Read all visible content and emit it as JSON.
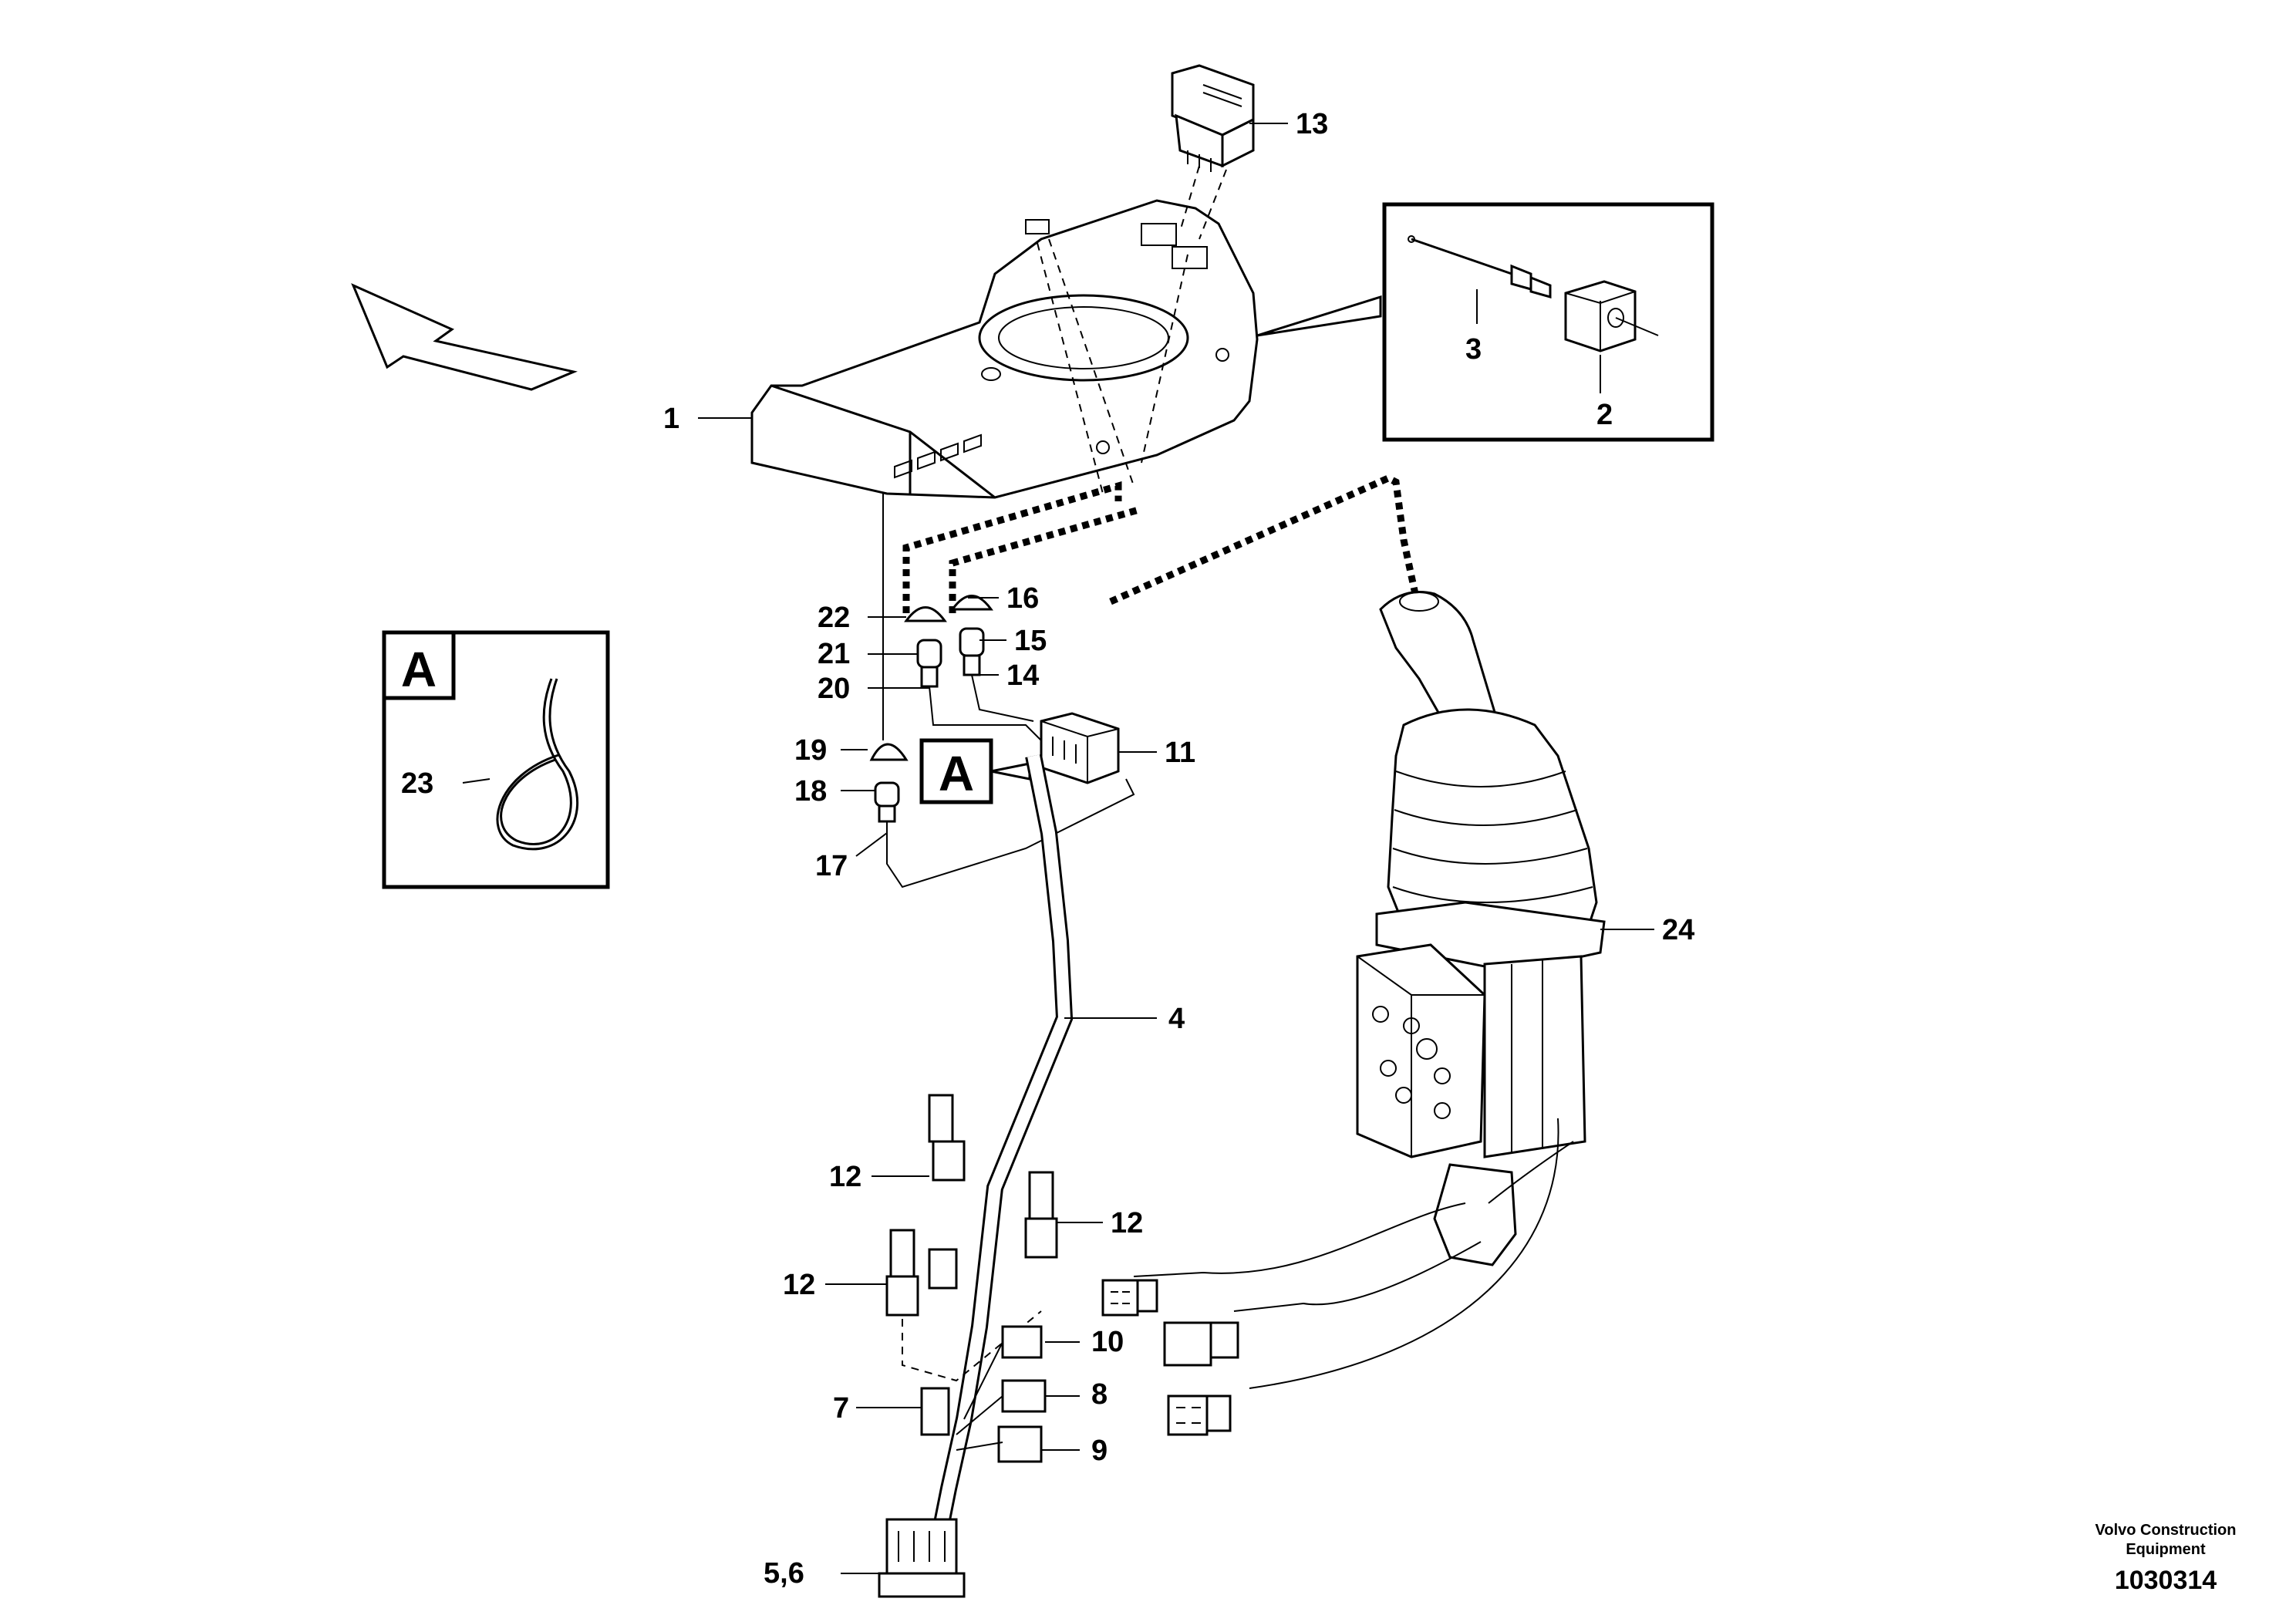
{
  "callouts": {
    "c1": "1",
    "c2": "2",
    "c3": "3",
    "c4": "4",
    "c56": "5,6",
    "c7": "7",
    "c8": "8",
    "c9": "9",
    "c10": "10",
    "c11": "11",
    "c12a": "12",
    "c12b": "12",
    "c12c": "12",
    "c13": "13",
    "c14": "14",
    "c15": "15",
    "c16": "16",
    "c17": "17",
    "c18": "18",
    "c19": "19",
    "c20": "20",
    "c21": "21",
    "c22": "22",
    "c23": "23",
    "c24": "24"
  },
  "detail_marker": "A",
  "detail_box_label": "A",
  "footer": {
    "company_line1": "Volvo Construction",
    "company_line2": "Equipment",
    "drawing_number": "1030314"
  }
}
